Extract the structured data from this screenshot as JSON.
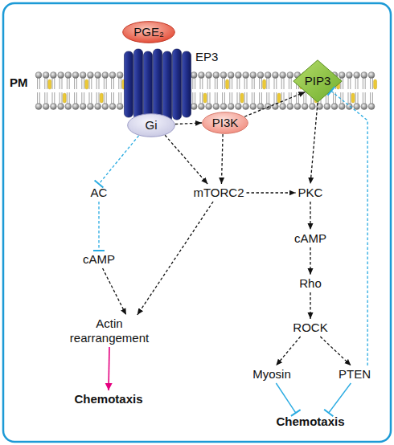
{
  "diagram": {
    "nodes": [
      {
        "text": [
          "PGE₂"
        ]
      },
      {
        "text": [
          "EP3"
        ]
      },
      {
        "text": [
          "PIP3"
        ]
      },
      {
        "text": [
          "Gi"
        ]
      },
      {
        "text": [
          "PI3K"
        ]
      },
      {
        "text": [
          "AC"
        ]
      },
      {
        "text": [
          "mTORC2"
        ]
      },
      {
        "text": [
          "PKC"
        ]
      },
      {
        "text": [
          "cAMP"
        ]
      },
      {
        "text": [
          "cAMP"
        ]
      },
      {
        "text": [
          "Rho"
        ]
      },
      {
        "text": [
          "ROCK"
        ]
      },
      {
        "text": [
          "Actin rearrangement"
        ]
      },
      {
        "text": [
          "Myosin"
        ]
      },
      {
        "text": [
          "PTEN"
        ]
      },
      {
        "text": [
          "Chemotaxis"
        ]
      },
      {
        "text": [
          "Chemotaxis"
        ]
      }
    ],
    "edges": [
      {
        "from": 3,
        "to": 5,
        "arrow": "to"
      },
      {
        "from": 5,
        "to": 9,
        "arrow": "to"
      },
      {
        "from": 3,
        "to": 4,
        "arrow": "to"
      },
      {
        "from": 4,
        "to": 2,
        "arrow": "to"
      },
      {
        "from": 3,
        "to": 6,
        "arrow": "to"
      },
      {
        "from": 4,
        "to": 6,
        "arrow": "to"
      },
      {
        "from": 6,
        "to": 7,
        "arrow": "to"
      },
      {
        "from": 2,
        "to": 7,
        "arrow": "to"
      },
      {
        "from": 7,
        "to": 8,
        "arrow": "to"
      },
      {
        "from": 8,
        "to": 10,
        "arrow": "to"
      },
      {
        "from": 10,
        "to": 11,
        "arrow": "to"
      },
      {
        "from": 11,
        "to": 13,
        "arrow": "to"
      },
      {
        "from": 11,
        "to": 14,
        "arrow": "to"
      },
      {
        "from": 14,
        "to": 2,
        "arrow": "to"
      },
      {
        "from": 6,
        "to": 12,
        "arrow": "to"
      },
      {
        "from": 9,
        "to": 12,
        "arrow": "to"
      },
      {
        "from": 12,
        "to": 15,
        "arrow": "to"
      },
      {
        "from": 13,
        "to": 16,
        "arrow": "to"
      },
      {
        "from": 14,
        "to": 16,
        "arrow": "to"
      }
    ],
    "labels": [
      "PM"
    ]
  }
}
